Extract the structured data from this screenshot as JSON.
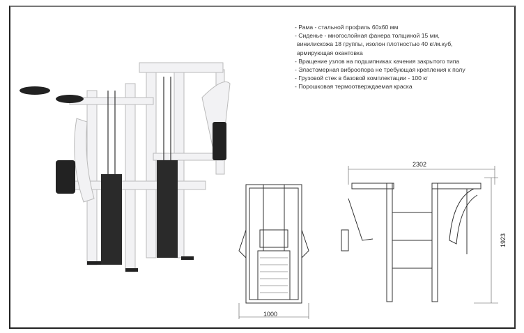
{
  "specs": [
    "- Рама - стальной профиль 60x60 мм",
    "- Сиденье - многослойная фанера толщиной 15 мм,",
    "винилискожа 18 группы, изолон плотностью 40 кг/м.куб,",
    "армирующая окантовка",
    "- Вращение узлов на подшипниках качения закрытого типа",
    "- Эластомерная виброопора не требующая крепления к полу",
    "- Грузовой стек в базовой комплектации - 100 кг",
    "- Порошковая термоотверждаемая краска"
  ],
  "dimensions": {
    "length": "2302",
    "height": "1923",
    "width": "1000"
  }
}
